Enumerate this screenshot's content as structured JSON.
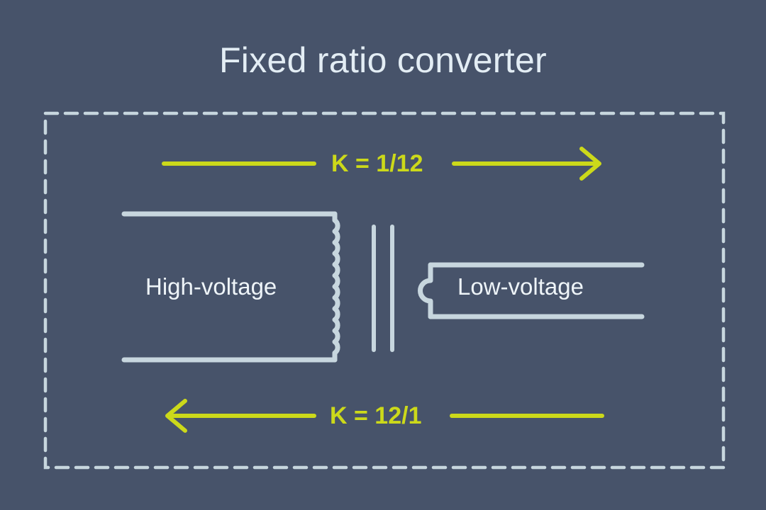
{
  "page": {
    "title": "Fixed ratio converter",
    "background_color": "#47536a"
  },
  "colors": {
    "background": "#47536a",
    "title_text": "#e3edf4",
    "label_text": "#eef4f8",
    "winding": "#c7d6de",
    "core": "#c7d6de",
    "dashed_border": "#c7d6de",
    "accent_arrow": "#ccd91a"
  },
  "diagram": {
    "boundary": {
      "name": "dashed-enclosure",
      "style": "dashed"
    },
    "arrows": {
      "top": {
        "label": "K = 1/12",
        "direction": "right",
        "color": "#ccd91a"
      },
      "bottom": {
        "label": "K = 12/1",
        "direction": "left",
        "color": "#ccd91a"
      }
    },
    "windings": [
      {
        "name": "primary",
        "label": "High-voltage",
        "turns": 12,
        "side": "left"
      },
      {
        "name": "secondary",
        "label": "Low-voltage",
        "turns": 1,
        "side": "right"
      }
    ],
    "core": {
      "name": "transformer-core",
      "bars": 2
    }
  }
}
